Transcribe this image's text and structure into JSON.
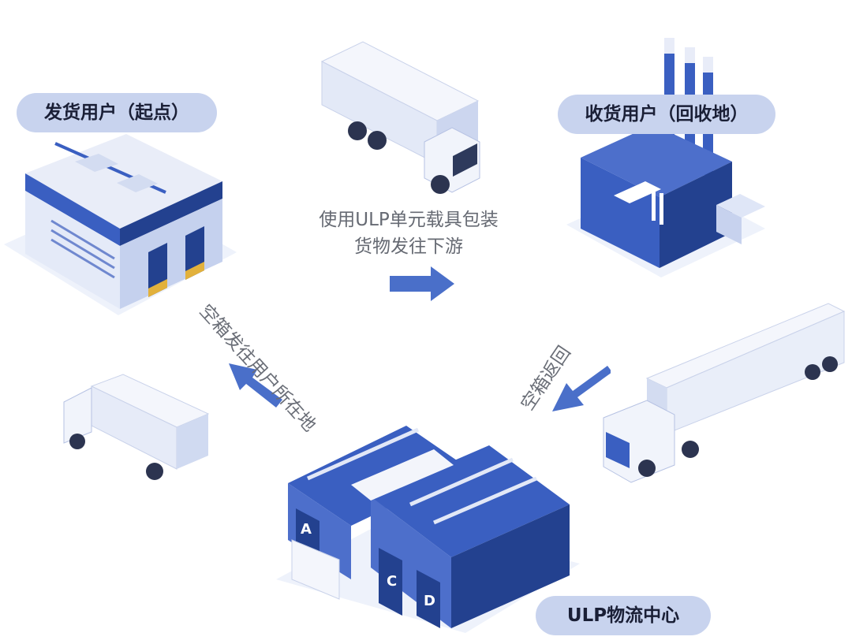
{
  "labels": {
    "shipper": "发货用户（起点）",
    "receiver": "收货用户（回收地）",
    "center": "ULP物流中心"
  },
  "captions": {
    "ship_line1": "使用ULP单元载具包装",
    "ship_line2": "货物发往下游",
    "return": "空箱返回",
    "dispatch": "空箱发往用户所在地"
  },
  "dock_letters": [
    "A",
    "C",
    "D"
  ],
  "colors": {
    "primary": "#3a5fc1",
    "dark": "#23418f",
    "light": "#dfe6f7",
    "pill": "#c8d3ee",
    "arrow": "#4a6fc9"
  }
}
